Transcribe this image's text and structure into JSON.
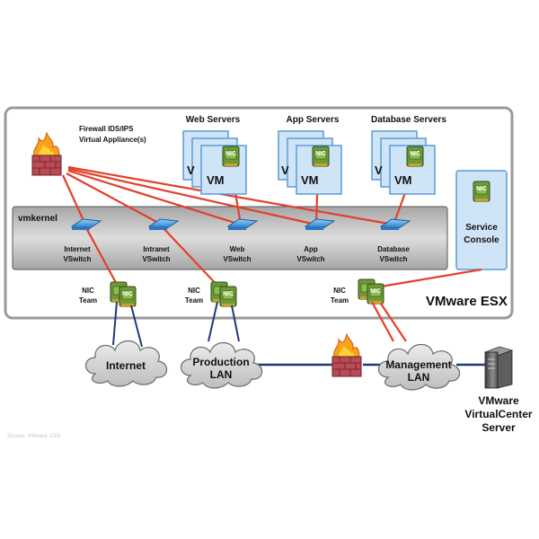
{
  "esx": {
    "label": "VMware ESX"
  },
  "firewall": {
    "label_line1": "Firewall IDS/IPS",
    "label_line2": "Virtual Appliance(s)"
  },
  "server_groups": [
    {
      "label": "Web Servers"
    },
    {
      "label": "App Servers"
    },
    {
      "label": "Database Servers"
    }
  ],
  "vm": {
    "label": "VM",
    "partial": "V"
  },
  "nic": {
    "label": "NIC"
  },
  "vmkernel": {
    "label": "vmkernel"
  },
  "vswitches": [
    {
      "line1": "Internet",
      "line2": "VSwitch"
    },
    {
      "line1": "Intranet",
      "line2": "VSwitch"
    },
    {
      "line1": "Web",
      "line2": "VSwitch"
    },
    {
      "line1": "App",
      "line2": "VSwitch"
    },
    {
      "line1": "Database",
      "line2": "VSwitch"
    }
  ],
  "service_console": {
    "line1": "Service",
    "line2": "Console"
  },
  "nic_team": {
    "line1": "NIC",
    "line2": "Team"
  },
  "networks": {
    "internet": {
      "line1": "Internet"
    },
    "production": {
      "line1": "Production",
      "line2": "LAN"
    },
    "management": {
      "line1": "Management",
      "line2": "LAN"
    }
  },
  "vcenter": {
    "line1": "VMware",
    "line2": "VirtualCenter",
    "line3": "Server"
  },
  "watermark": "Source: VMware, ESX",
  "colors": {
    "link": "#e2402c",
    "lan_link": "#1f3a7a",
    "vm_fill": "#cfe4f7",
    "vm_border": "#5b9bd8",
    "nic_green": "#5f8f2e",
    "vmkernel_bg": "#bdbdbd",
    "esx_border": "#9a9a9a",
    "vswitch": "#4aa3e0"
  }
}
